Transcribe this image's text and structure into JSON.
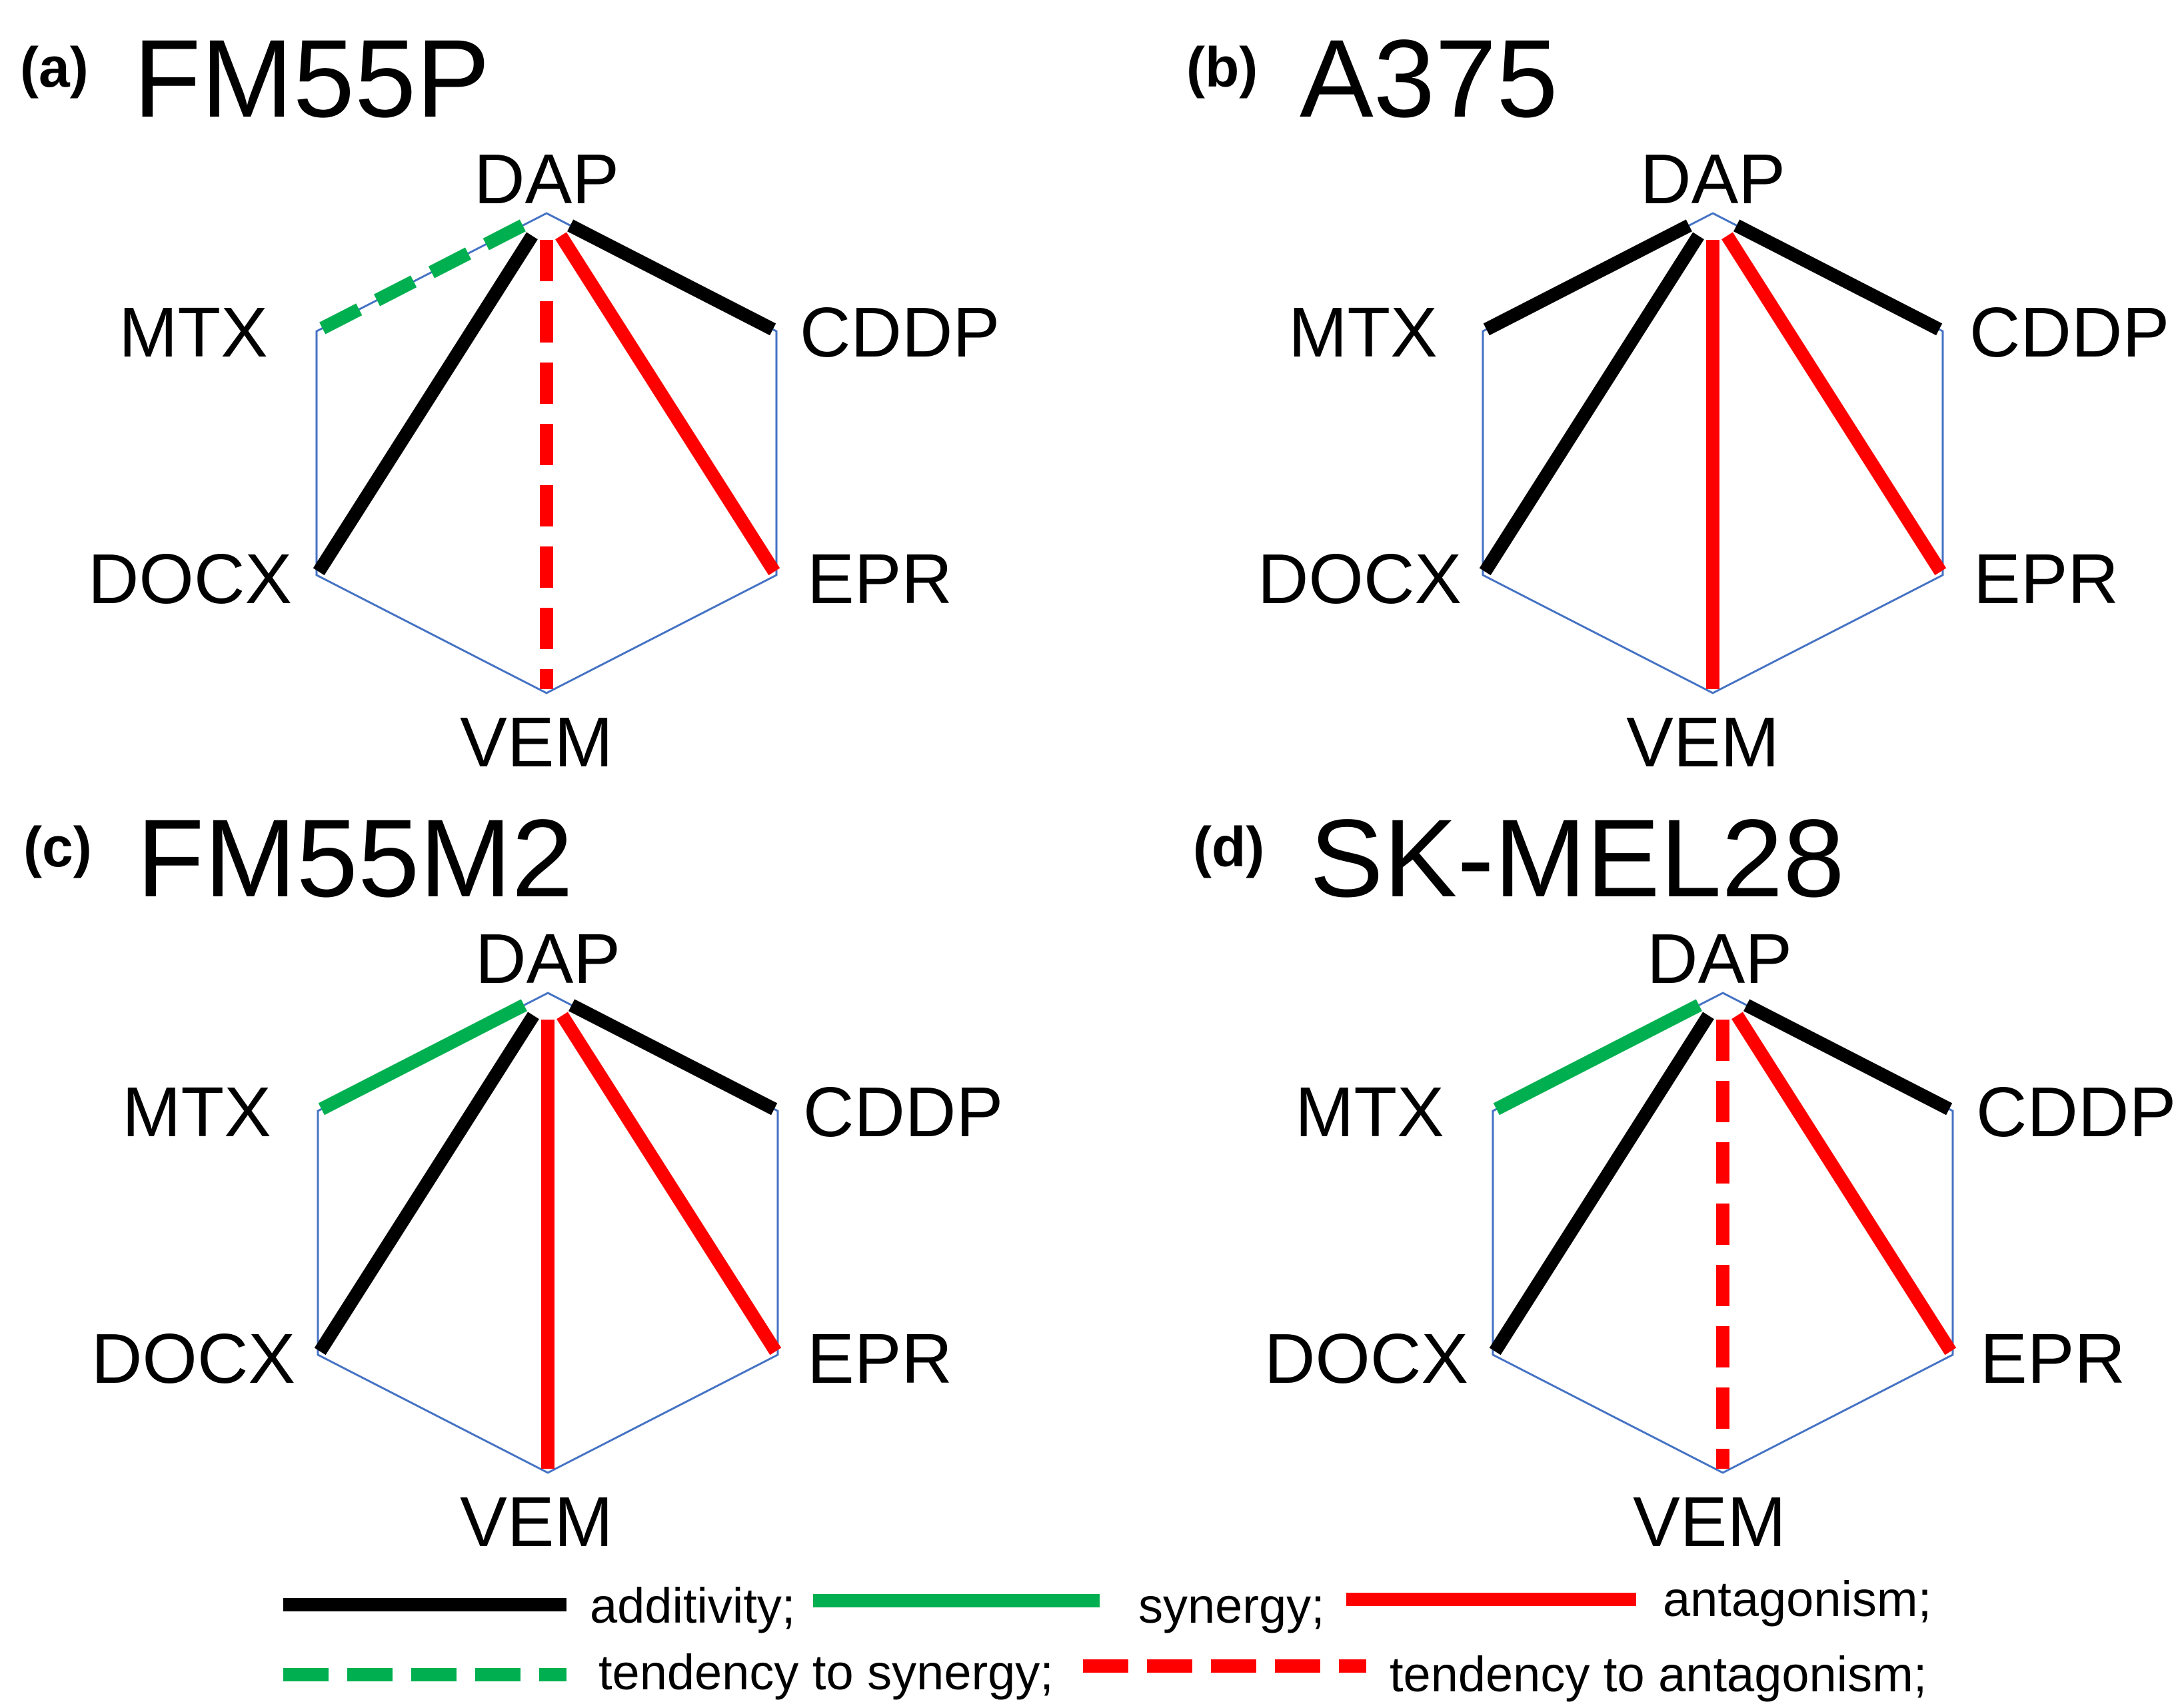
{
  "panels": [
    {
      "tag": "(a)",
      "title": "FM55P",
      "nodes": {
        "dap": "DAP",
        "mtx": "MTX",
        "cddp": "CDDP",
        "docx": "DOCX",
        "epr": "EPR",
        "vem": "VEM"
      },
      "edges": [
        {
          "from": "DAP",
          "to": "MTX",
          "interaction": "tendency to synergy"
        },
        {
          "from": "DAP",
          "to": "DOCX",
          "interaction": "additivity"
        },
        {
          "from": "DAP",
          "to": "VEM",
          "interaction": "tendency to antagonism"
        },
        {
          "from": "DAP",
          "to": "EPR",
          "interaction": "antagonism"
        },
        {
          "from": "DAP",
          "to": "CDDP",
          "interaction": "additivity"
        }
      ]
    },
    {
      "tag": "(b)",
      "title": "A375",
      "nodes": {
        "dap": "DAP",
        "mtx": "MTX",
        "cddp": "CDDP",
        "docx": "DOCX",
        "epr": "EPR",
        "vem": "VEM"
      },
      "edges": [
        {
          "from": "DAP",
          "to": "MTX",
          "interaction": "additivity"
        },
        {
          "from": "DAP",
          "to": "DOCX",
          "interaction": "additivity"
        },
        {
          "from": "DAP",
          "to": "VEM",
          "interaction": "antagonism"
        },
        {
          "from": "DAP",
          "to": "EPR",
          "interaction": "antagonism"
        },
        {
          "from": "DAP",
          "to": "CDDP",
          "interaction": "additivity"
        }
      ]
    },
    {
      "tag": "(c)",
      "title": "FM55M2",
      "nodes": {
        "dap": "DAP",
        "mtx": "MTX",
        "cddp": "CDDP",
        "docx": "DOCX",
        "epr": "EPR",
        "vem": "VEM"
      },
      "edges": [
        {
          "from": "DAP",
          "to": "MTX",
          "interaction": "synergy"
        },
        {
          "from": "DAP",
          "to": "DOCX",
          "interaction": "additivity"
        },
        {
          "from": "DAP",
          "to": "VEM",
          "interaction": "antagonism"
        },
        {
          "from": "DAP",
          "to": "EPR",
          "interaction": "antagonism"
        },
        {
          "from": "DAP",
          "to": "CDDP",
          "interaction": "additivity"
        }
      ]
    },
    {
      "tag": "(d)",
      "title": "SK-MEL28",
      "nodes": {
        "dap": "DAP",
        "mtx": "MTX",
        "cddp": "CDDP",
        "docx": "DOCX",
        "epr": "EPR",
        "vem": "VEM"
      },
      "edges": [
        {
          "from": "DAP",
          "to": "MTX",
          "interaction": "synergy"
        },
        {
          "from": "DAP",
          "to": "DOCX",
          "interaction": "additivity"
        },
        {
          "from": "DAP",
          "to": "VEM",
          "interaction": "tendency to antagonism"
        },
        {
          "from": "DAP",
          "to": "EPR",
          "interaction": "antagonism"
        },
        {
          "from": "DAP",
          "to": "CDDP",
          "interaction": "additivity"
        }
      ]
    }
  ],
  "legend": {
    "additivity": "additivity;",
    "synergy": "synergy;",
    "antagonism": "antagonism;",
    "tendency_synergy": "tendency to synergy;",
    "tendency_antagonism": "tendency to antagonism;"
  },
  "styles": {
    "additivity": {
      "color": "#000000",
      "dashed": false
    },
    "synergy": {
      "color": "#00b050",
      "dashed": false
    },
    "antagonism": {
      "color": "#ff0000",
      "dashed": false
    },
    "tendency to synergy": {
      "color": "#00b050",
      "dashed": true
    },
    "tendency to antagonism": {
      "color": "#ff0000",
      "dashed": true
    },
    "outline": "#4472c4"
  }
}
